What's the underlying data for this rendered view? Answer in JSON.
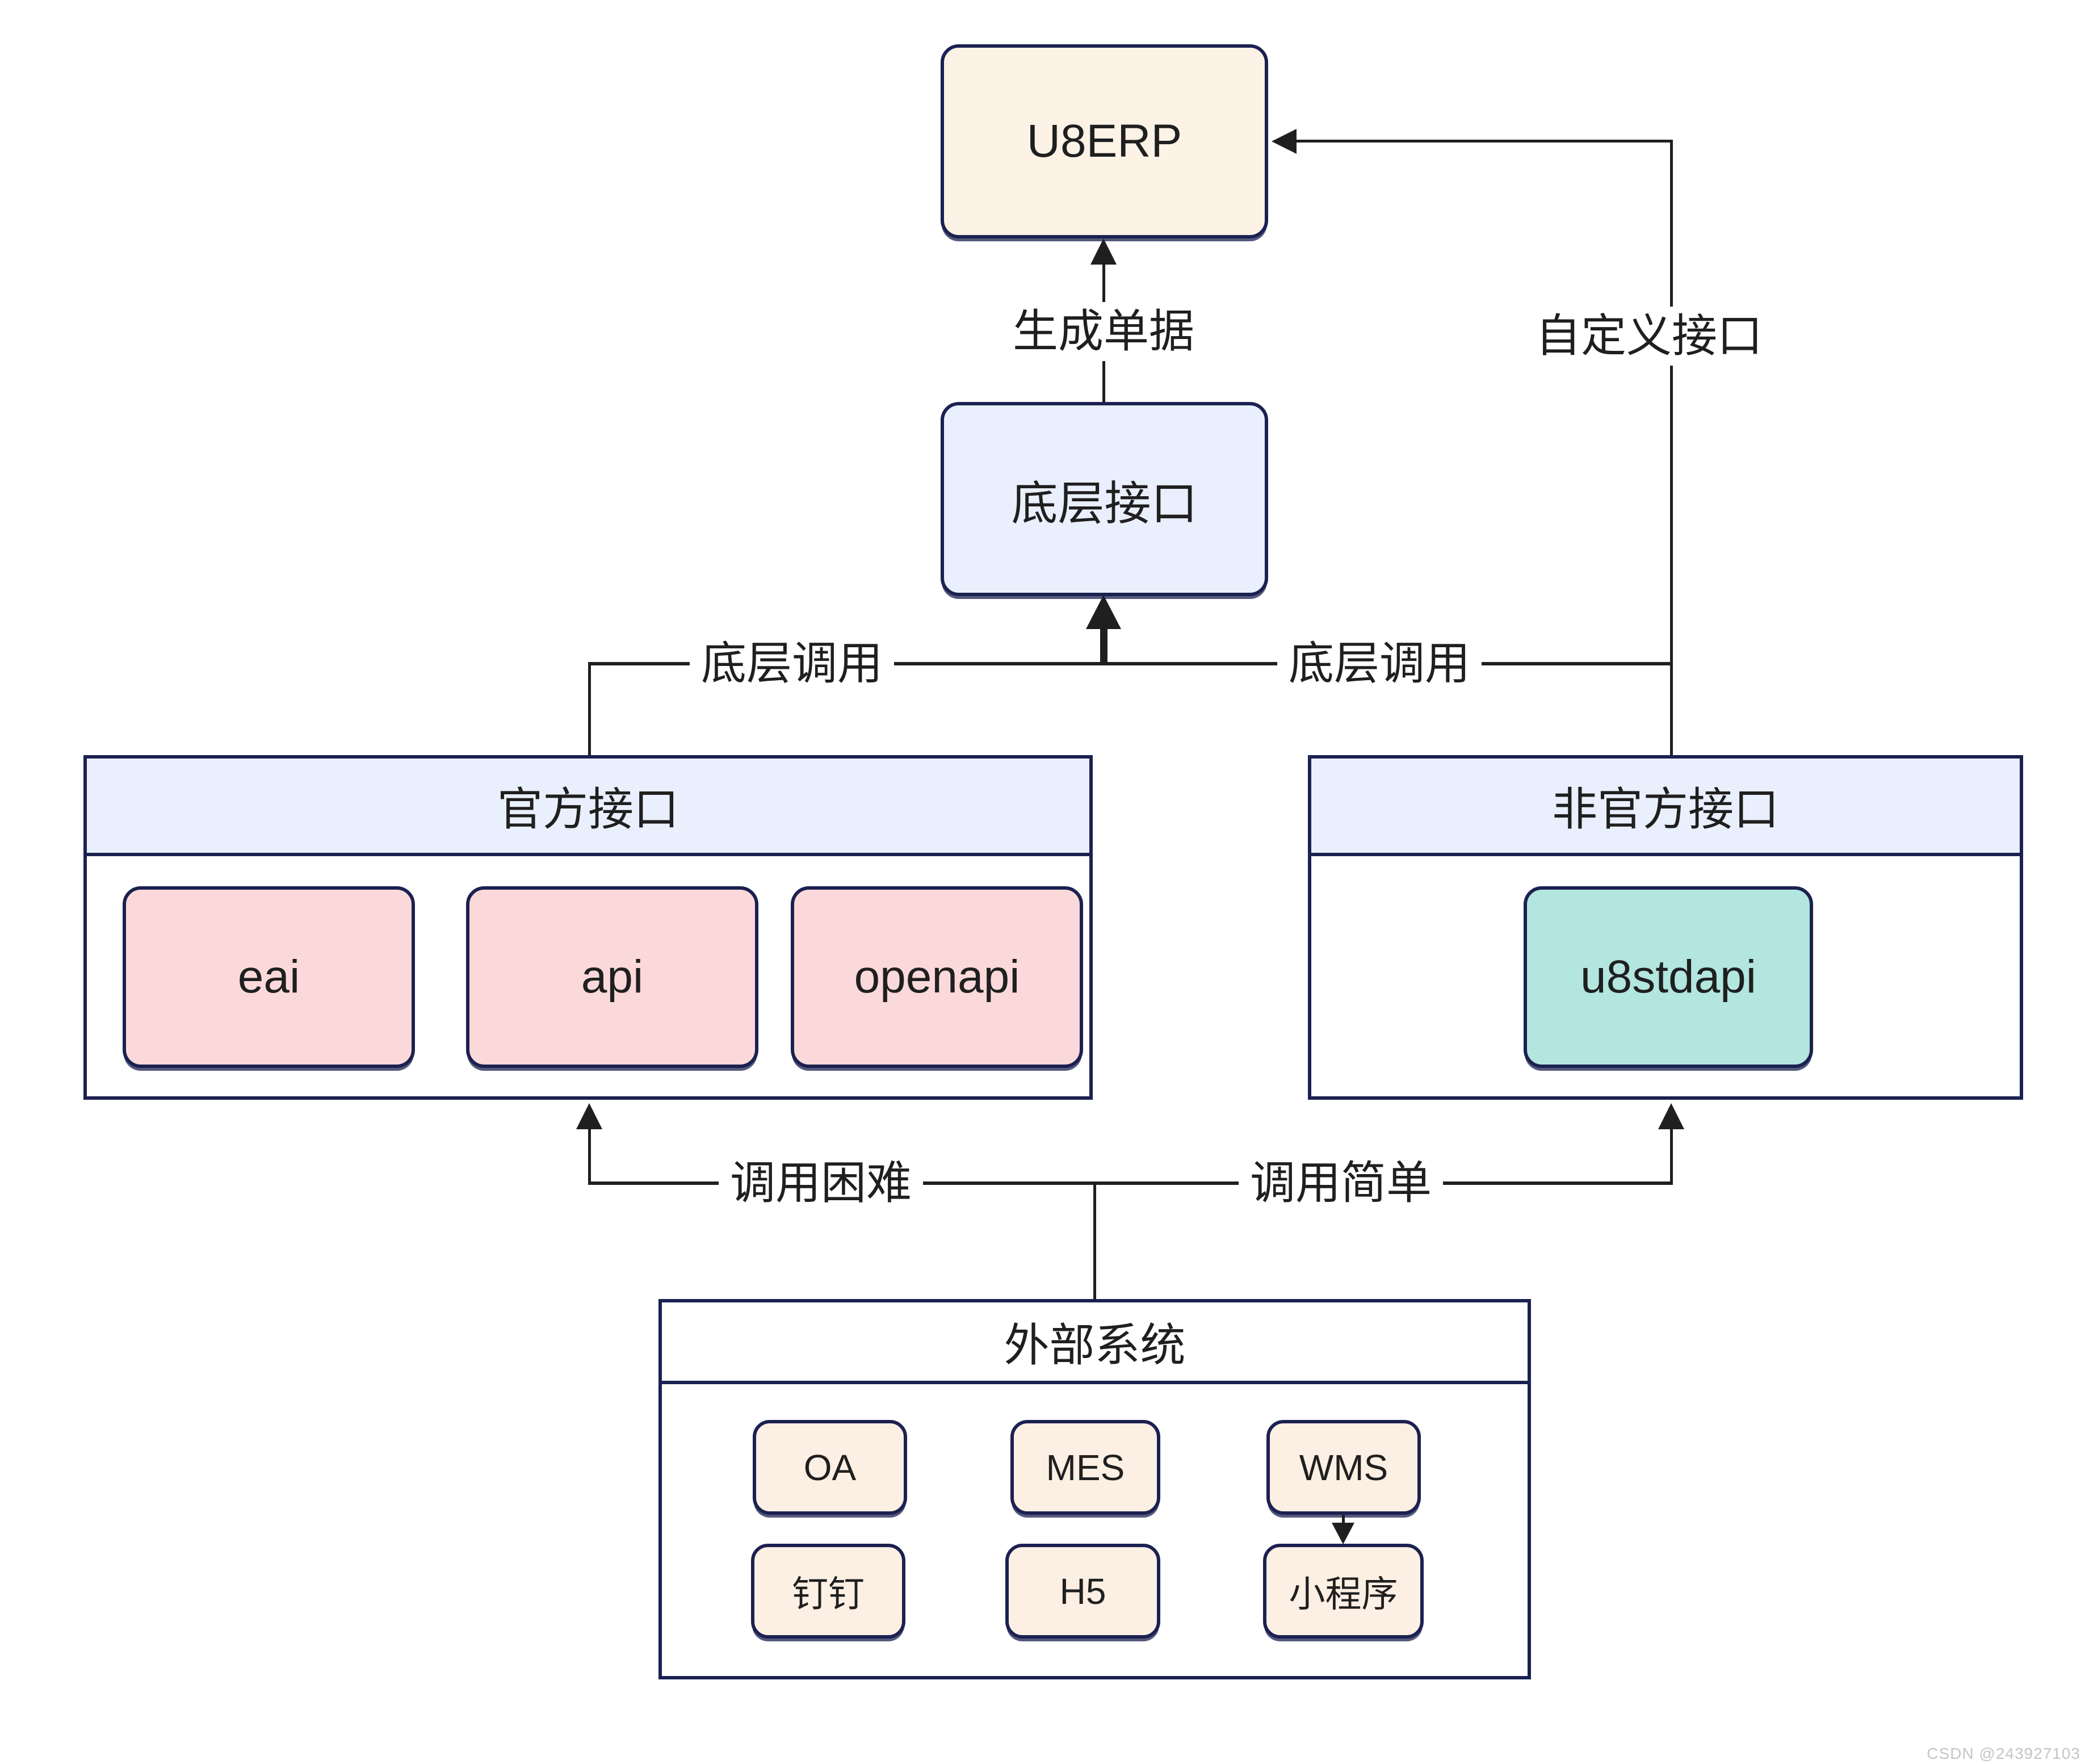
{
  "colors": {
    "border_navy": "#1b2150",
    "line_black": "#1f1f1f",
    "fill_cream": "#fdf2e6",
    "fill_blue": "#e9effc",
    "fill_pink": "#fbd9da",
    "fill_teal": "#b2e6de",
    "fill_peach": "#fcefe3",
    "watermark_gray": "#c5c5c5"
  },
  "nodes": {
    "u8erp": "U8ERP",
    "diceng_jiekou": "底层接口",
    "eai": "eai",
    "api": "api",
    "openapi": "openapi",
    "u8stdapi": "u8stdapi",
    "oa": "OA",
    "mes": "MES",
    "wms": "WMS",
    "dingding": "钉钉",
    "h5": "H5",
    "xiaochengxu": "小程序"
  },
  "groups": {
    "guanfang": "官方接口",
    "fei_guanfang": "非官方接口",
    "waibu": "外部系统"
  },
  "edge_labels": {
    "shengcheng_danju": "生成单据",
    "zidingyi_jiekou": "自定义接口",
    "diceng_diaoyong_left": "底层调用",
    "diceng_diaoyong_right": "底层调用",
    "diaoyong_kunnan": "调用困难",
    "diaoyong_jiandan": "调用简单"
  },
  "watermark": "CSDN @243927103"
}
